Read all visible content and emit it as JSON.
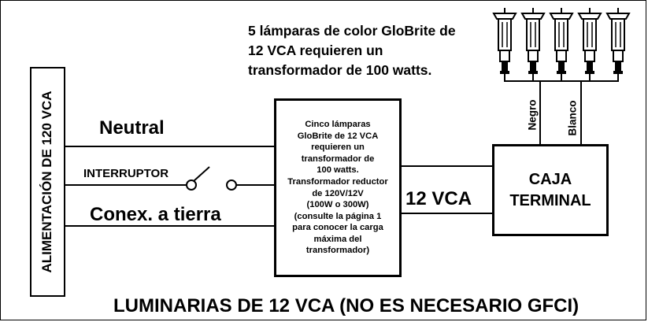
{
  "diagram": {
    "note_lines": [
      "5 lámparas de color GloBrite de",
      "12  VCA requieren un",
      "transformador de 100 watts."
    ],
    "supply_label": "ALIMENTACIÓN DE 120  VCA",
    "neutral_label": "Neutral",
    "switch_label": "INTERRUPTOR",
    "ground_label": "Conex. a tierra",
    "transformer_lines": "Cinco lámparas\nGloBrite de 12  VCA\nrequieren un\ntransformador de\n100 watts.\nTransformador reductor\nde 120V/12V\n(100W o 300W)\n(consulte la página 1\npara conocer la carga\nmáxima del\ntransformador)",
    "output_label": "12 VCA",
    "junction_box": [
      "CAJA",
      "TERMINAL"
    ],
    "wire_labels": [
      "Negro",
      "Blanco"
    ],
    "lamp_count": 5,
    "bottom_title": "LUMINARIAS DE 12 VCA (NO ES NECESARIO GFCI)"
  }
}
